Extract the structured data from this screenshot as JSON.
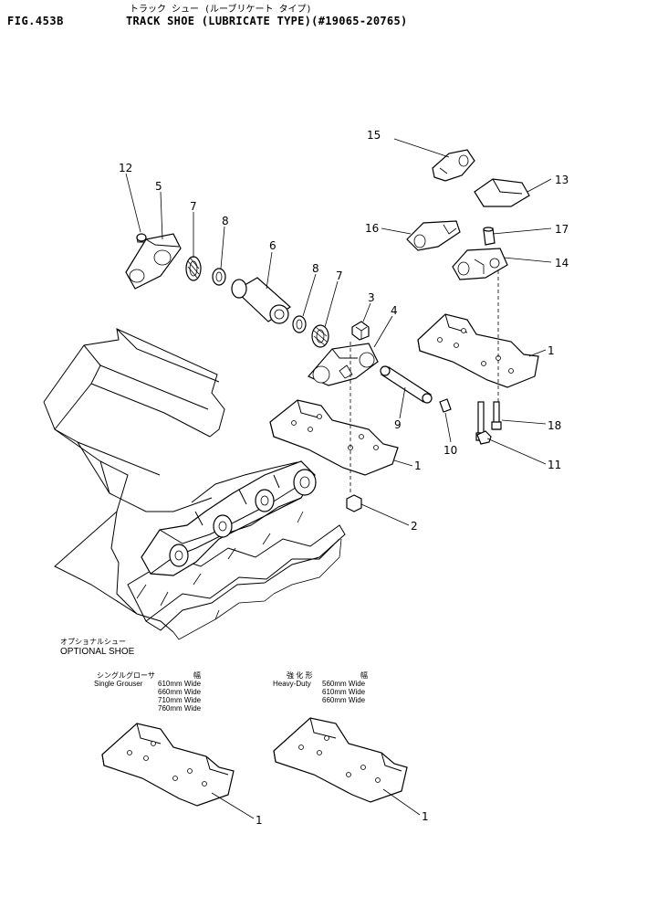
{
  "header": {
    "fig_no": "FIG.453B",
    "title_jp": "トラック シュー (ルーブリケート タイプ)",
    "title": "TRACK SHOE (LUBRICATE TYPE)(#19065-20765)"
  },
  "callouts": [
    "1",
    "1",
    "2",
    "3",
    "4",
    "5",
    "6",
    "7",
    "7",
    "8",
    "8",
    "9",
    "10",
    "11",
    "12",
    "13",
    "14",
    "15",
    "16",
    "17",
    "18"
  ],
  "optional": {
    "jp": "オプショナルシュー",
    "label": "OPTIONAL SHOE",
    "single": {
      "jp": "シングルグローサ",
      "width_jp": "幅",
      "name": "Single Grouser",
      "widths": [
        "610mm Wide",
        "660mm Wide",
        "710mm Wide",
        "760mm Wide"
      ],
      "callout": "1"
    },
    "heavy": {
      "jp": "強 化 形",
      "width_jp": "幅",
      "name": "Heavy-Duty",
      "widths": [
        "560mm Wide",
        "610mm Wide",
        "660mm Wide"
      ],
      "callout": "1"
    }
  }
}
